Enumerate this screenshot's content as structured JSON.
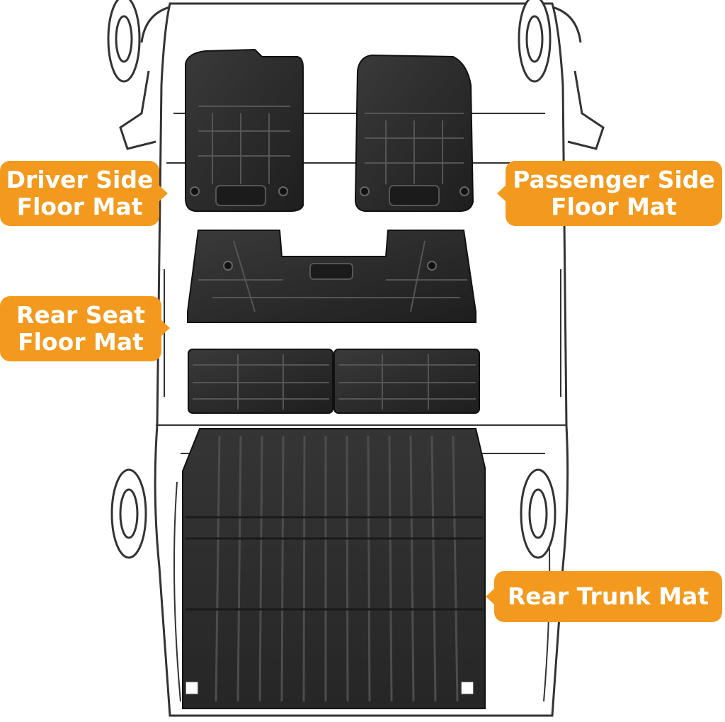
{
  "labels": {
    "driver": {
      "line1": "Driver Side",
      "line2": "Floor Mat"
    },
    "passenger": {
      "line1": "Passenger Side",
      "line2": "Floor Mat"
    },
    "rear_seat": {
      "line1": "Rear Seat",
      "line2": "Floor Mat"
    },
    "trunk": {
      "line1": "Rear Trunk Mat"
    }
  },
  "colors": {
    "callout": "#f39a1e",
    "mat": "#2b2b2b",
    "outline": "#3a3a3a"
  }
}
